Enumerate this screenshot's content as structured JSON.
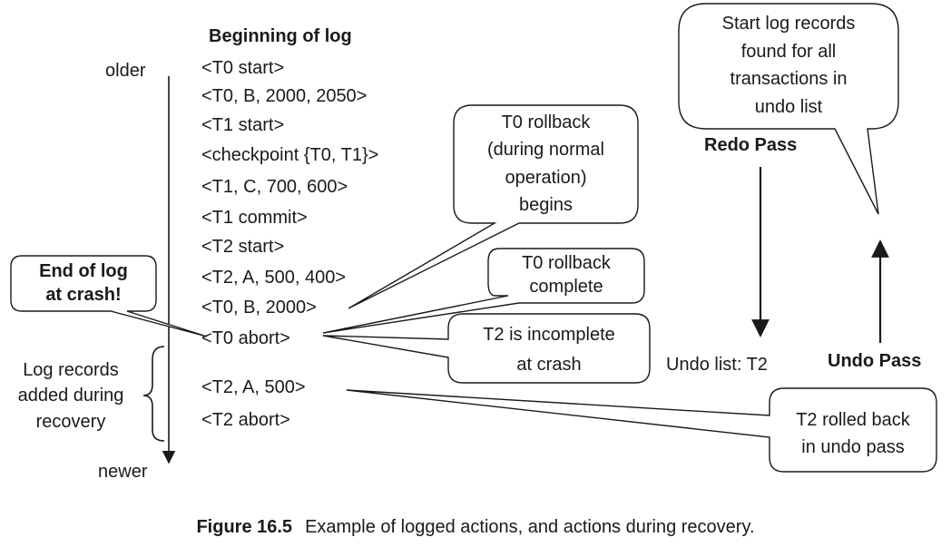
{
  "header": "Beginning of log",
  "axis": {
    "older": "older",
    "newer": "newer"
  },
  "log": [
    "<T0 start>",
    "<T0, B, 2000, 2050>",
    "<T1 start>",
    "<checkpoint {T0, T1}>",
    "<T1, C, 700, 600>",
    "<T1 commit>",
    "<T2 start>",
    "<T2, A, 500, 400>",
    "<T0, B, 2000>",
    "<T0 abort>",
    "<T2, A, 500>",
    "<T2 abort>"
  ],
  "end_of_log": [
    "End of log",
    "at crash!"
  ],
  "added_label": [
    "Log records",
    "added during",
    "recovery"
  ],
  "callouts": {
    "rollback_begins": [
      "T0 rollback",
      "(during normal",
      "operation)",
      "begins"
    ],
    "rollback_complete": [
      "T0 rollback",
      "complete"
    ],
    "t2_incomplete": [
      "T2 is incomplete",
      "at crash"
    ],
    "t2_rolled_back": [
      "T2 rolled back",
      "in undo pass"
    ],
    "start_records": [
      "Start log records",
      "found for all",
      "transactions in",
      "undo list"
    ]
  },
  "redo_pass": "Redo Pass",
  "undo_pass": "Undo Pass",
  "undo_list": "Undo list: T2",
  "caption": {
    "label": "Figure 16.5",
    "text": "Example of logged actions, and actions during recovery."
  }
}
